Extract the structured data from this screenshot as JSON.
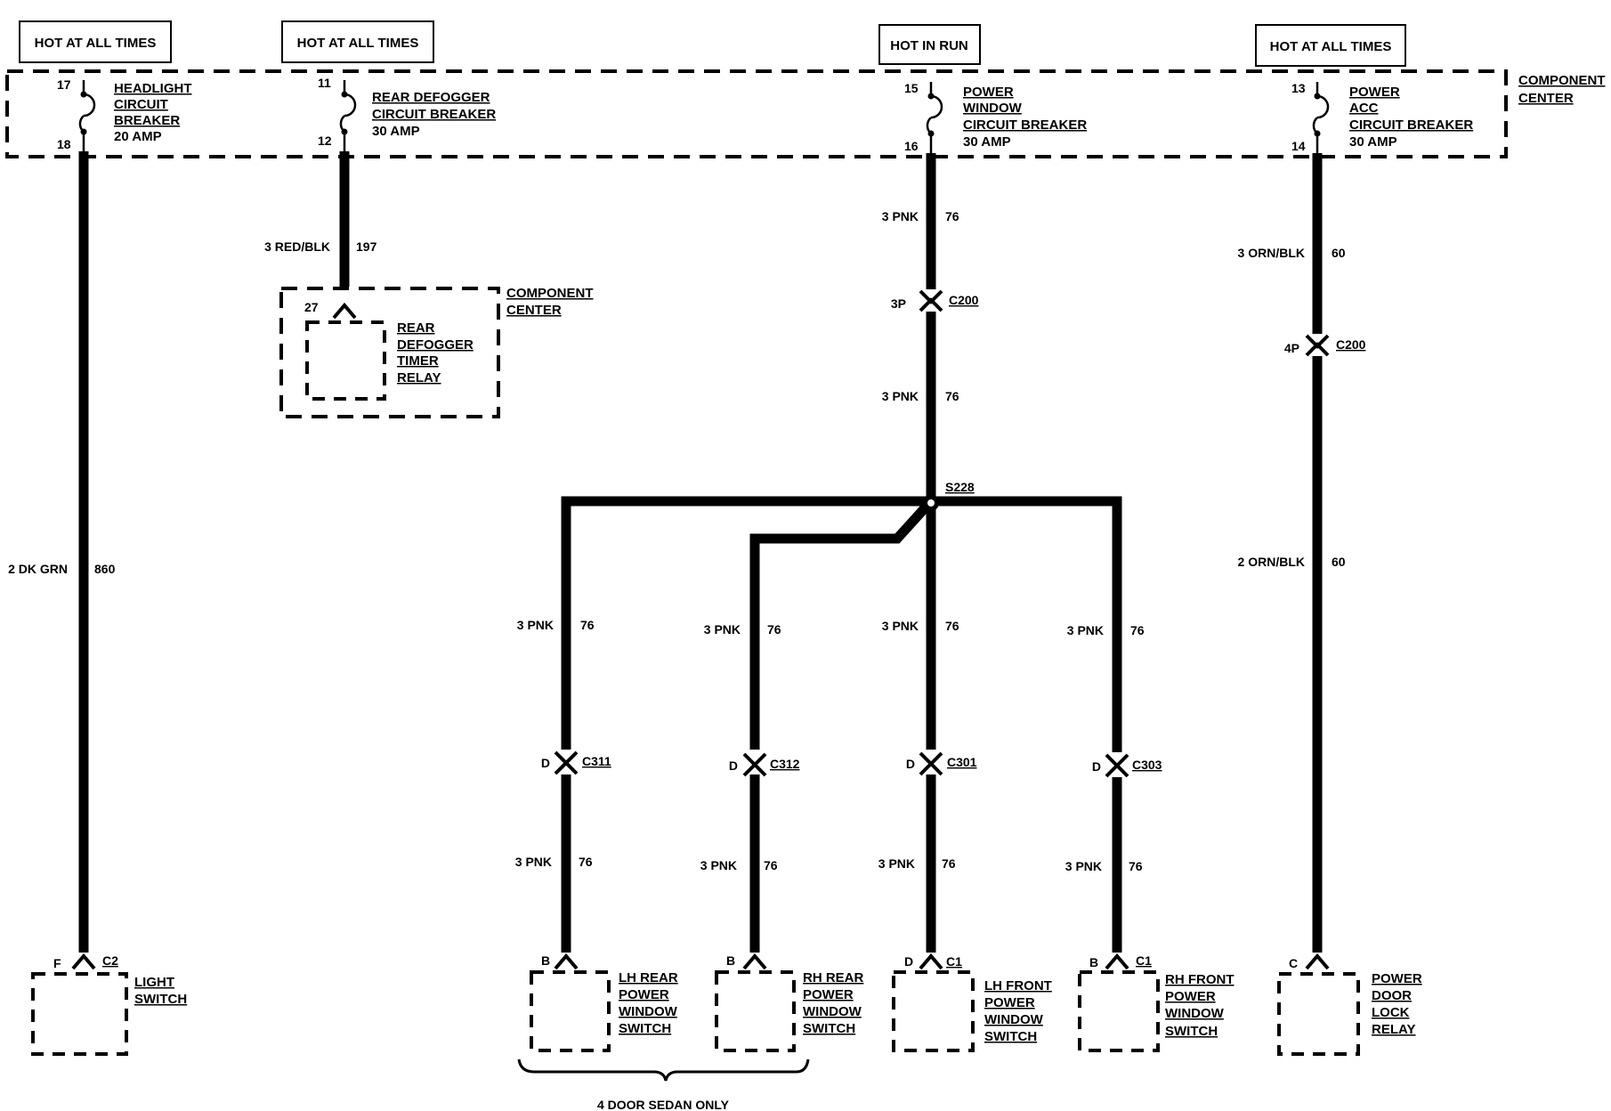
{
  "hot_labels": {
    "headlight": "HOT AT ALL TIMES",
    "defogger": "HOT AT ALL TIMES",
    "window": "HOT IN RUN",
    "acc": "HOT AT ALL TIMES"
  },
  "component_center": [
    "COMPONENT",
    "CENTER"
  ],
  "breakers": {
    "headlight": {
      "lines": [
        "HEADLIGHT",
        "CIRCUIT",
        "BREAKER",
        "20 AMP"
      ],
      "pin_in": "17",
      "pin_out": "18"
    },
    "defogger": {
      "lines": [
        "REAR DEFOGGER",
        "CIRCUIT BREAKER",
        "30 AMP"
      ],
      "pin_in": "11",
      "pin_out": "12"
    },
    "window": {
      "lines": [
        "POWER",
        "WINDOW",
        "CIRCUIT BREAKER",
        "30 AMP"
      ],
      "pin_in": "15",
      "pin_out": "16"
    },
    "acc": {
      "lines": [
        "POWER",
        "ACC",
        "CIRCUIT BREAKER",
        "30 AMP"
      ],
      "pin_in": "13",
      "pin_out": "14"
    }
  },
  "wires": {
    "headlight": {
      "color": "2 DK GRN",
      "circuit": "860"
    },
    "defogger": {
      "color": "3 RED/BLK",
      "circuit": "197"
    },
    "window_top": {
      "color": "3 PNK",
      "circuit": "76"
    },
    "window_mid": {
      "color": "3 PNK",
      "circuit": "76"
    },
    "acc_top": {
      "color": "3 ORN/BLK",
      "circuit": "60"
    },
    "acc_mid": {
      "color": "2 ORN/BLK",
      "circuit": "60"
    },
    "b1_up": {
      "color": "3 PNK",
      "circuit": "76"
    },
    "b2_up": {
      "color": "3 PNK",
      "circuit": "76"
    },
    "b3_up": {
      "color": "3 PNK",
      "circuit": "76"
    },
    "b4_up": {
      "color": "3 PNK",
      "circuit": "76"
    },
    "b1_lo": {
      "color": "3 PNK",
      "circuit": "76"
    },
    "b2_lo": {
      "color": "3 PNK",
      "circuit": "76"
    },
    "b3_lo": {
      "color": "3 PNK",
      "circuit": "76"
    },
    "b4_lo": {
      "color": "3 PNK",
      "circuit": "76"
    }
  },
  "connectors": {
    "window_c200": {
      "pin": "3P",
      "name": "C200"
    },
    "acc_c200": {
      "pin": "4P",
      "name": "C200"
    },
    "c311": {
      "pin": "D",
      "name": "C311"
    },
    "c312": {
      "pin": "D",
      "name": "C312"
    },
    "c301": {
      "pin": "D",
      "name": "C301"
    },
    "c303": {
      "pin": "D",
      "name": "C303"
    }
  },
  "splice": "S228",
  "relay": {
    "pin": "27",
    "lines": [
      "REAR",
      "DEFOGGER",
      "TIMER",
      "RELAY"
    ],
    "center": [
      "COMPONENT",
      "CENTER"
    ]
  },
  "components": {
    "light_switch": {
      "pin": "F",
      "conn": "C2",
      "lines": [
        "LIGHT",
        "SWITCH"
      ]
    },
    "lh_rear": {
      "pin": "B",
      "conn": "",
      "lines": [
        "LH REAR",
        "POWER",
        "WINDOW",
        "SWITCH"
      ]
    },
    "rh_rear": {
      "pin": "B",
      "conn": "",
      "lines": [
        "RH REAR",
        "POWER",
        "WINDOW",
        "SWITCH"
      ]
    },
    "lh_front": {
      "pin": "D",
      "conn": "C1",
      "lines": [
        "LH FRONT",
        "POWER",
        "WINDOW",
        "SWITCH"
      ]
    },
    "rh_front": {
      "pin": "B",
      "conn": "C1",
      "lines": [
        "RH FRONT",
        "POWER",
        "WINDOW",
        "SWITCH"
      ]
    },
    "door_lock": {
      "pin": "C",
      "conn": "",
      "lines": [
        "POWER",
        "DOOR",
        "LOCK",
        "RELAY"
      ]
    }
  },
  "note": "4 DOOR SEDAN ONLY"
}
